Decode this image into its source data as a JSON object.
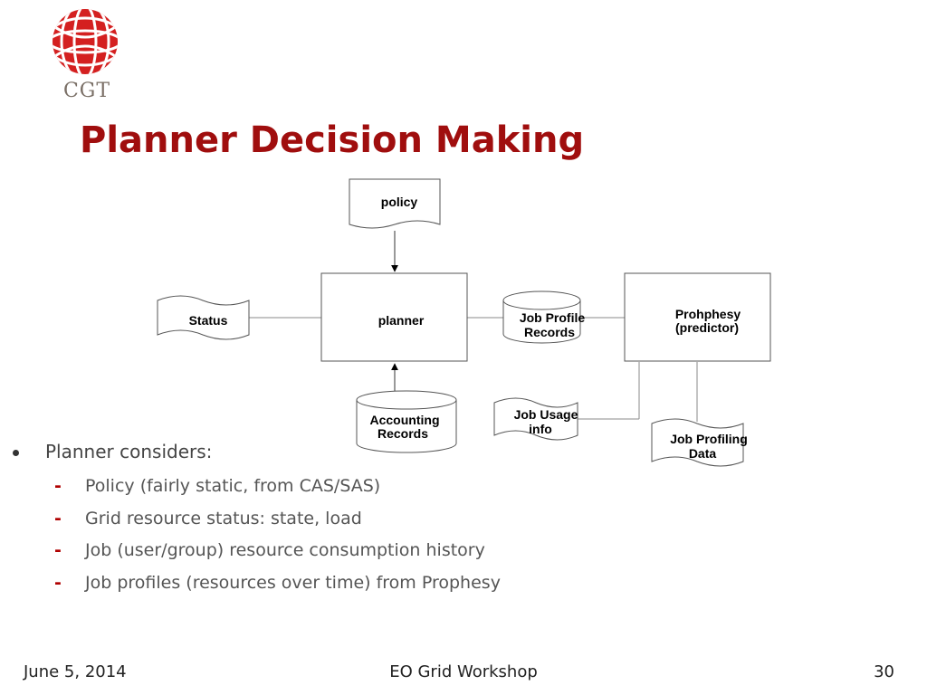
{
  "logo": {
    "text": "CGT",
    "color": "#d42020"
  },
  "title": "Planner Decision Making",
  "diagram": {
    "policy": "policy",
    "planner": "planner",
    "status": "Status",
    "job_profile_records": [
      "Job Profile",
      "Records"
    ],
    "prophesy": [
      "Prohphesy",
      "(predictor)"
    ],
    "accounting_records": [
      "Accounting",
      "Records"
    ],
    "job_usage_info": [
      "Job Usage",
      "info"
    ],
    "job_profiling_data": [
      "Job Profiling",
      "Data"
    ]
  },
  "bullets": {
    "main": "Planner considers:",
    "items": [
      "Policy (fairly static, from CAS/SAS)",
      "Grid resource status: state, load",
      "Job (user/group) resource consumption history",
      "Job profiles (resources over time) from Prophesy"
    ]
  },
  "footer": {
    "date": "June 5, 2014",
    "event": "EO Grid Workshop",
    "page": "30"
  },
  "colors": {
    "title": "#a00e0e",
    "dash": "#b00000"
  }
}
